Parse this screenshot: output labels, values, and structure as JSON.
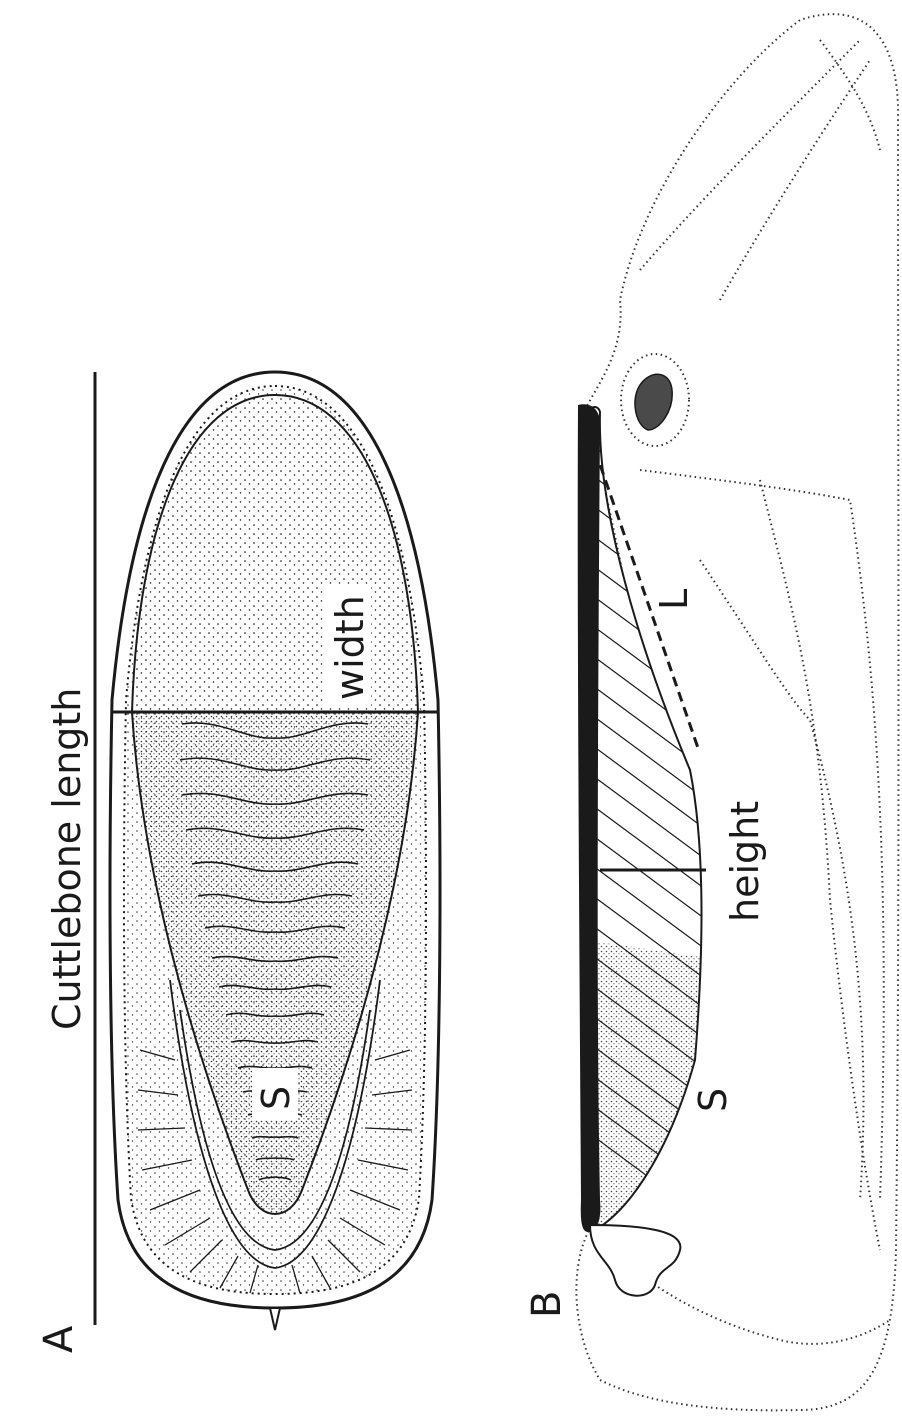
{
  "panels": {
    "a": {
      "panel_label": "A",
      "length_label": "Cuttlebone length",
      "width_label": "width",
      "s_label": "S"
    },
    "b": {
      "panel_label": "B",
      "height_label": "height",
      "l_label": "L",
      "s_label": "S"
    }
  },
  "colors": {
    "ink": "#1a1a1a",
    "background": "#ffffff"
  }
}
